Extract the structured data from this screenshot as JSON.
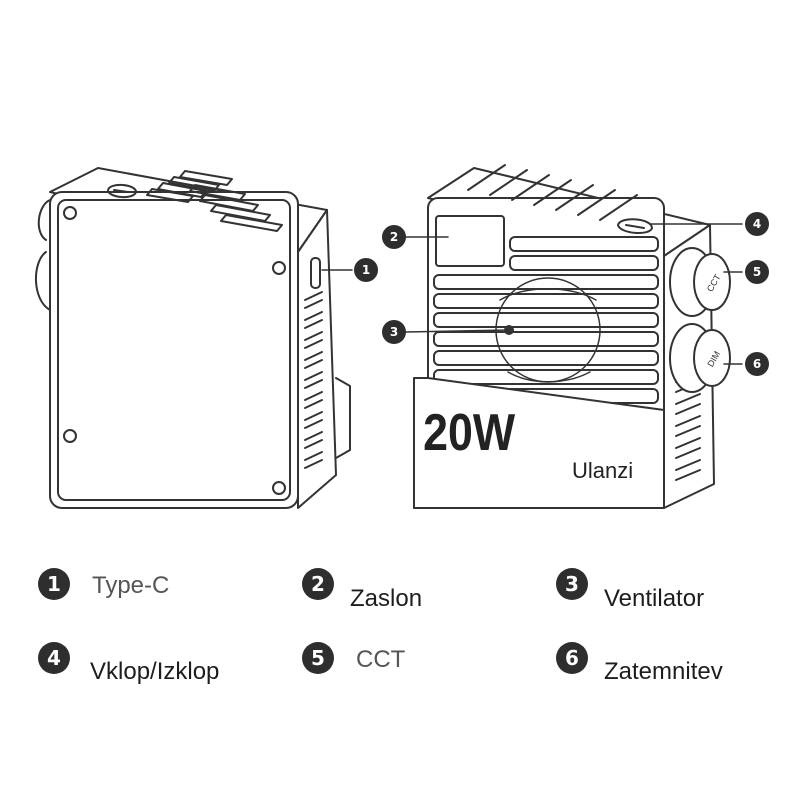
{
  "product": {
    "badge": "20W",
    "brand": "Ulanzi",
    "button_cct": "CCT",
    "button_dim": "DIM"
  },
  "callouts": [
    {
      "num": "1",
      "target": "usb-c-port"
    },
    {
      "num": "2",
      "target": "display-screen"
    },
    {
      "num": "3",
      "target": "cooling-fan"
    },
    {
      "num": "4",
      "target": "power-switch"
    },
    {
      "num": "5",
      "target": "cct-knob"
    },
    {
      "num": "6",
      "target": "dim-knob"
    }
  ],
  "legend": [
    {
      "num": "1",
      "label": "Type-C"
    },
    {
      "num": "2",
      "label": "Zaslon"
    },
    {
      "num": "3",
      "label": "Ventilator"
    },
    {
      "num": "4",
      "label": "Vklop/Izklop"
    },
    {
      "num": "5",
      "label": "CCT"
    },
    {
      "num": "6",
      "label": "Zatemnitev"
    }
  ],
  "colors": {
    "line": "#333333",
    "badge_fill": "#2e2e2e",
    "background": "#ffffff"
  }
}
